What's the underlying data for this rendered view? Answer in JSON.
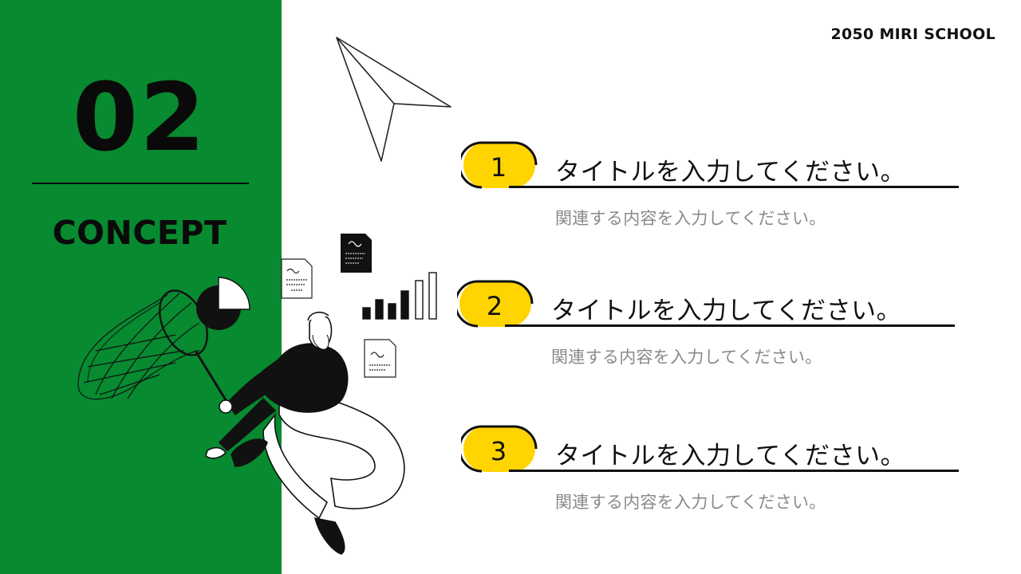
{
  "brand": "2050 MIRI SCHOOL",
  "section": {
    "number": "02",
    "label": "CONCEPT"
  },
  "items": [
    {
      "number": "1",
      "title": "タイトルを入力してください。",
      "description": "関連する内容を入力してください。"
    },
    {
      "number": "2",
      "title": "タイトルを入力してください。",
      "description": "関連する内容を入力してください。"
    },
    {
      "number": "3",
      "title": "タイトルを入力してください。",
      "description": "関連する内容を入力してください。"
    }
  ],
  "colors": {
    "panel_green": "#078A30",
    "pill_yellow": "#FFD400",
    "text_dark": "#111111",
    "text_muted": "#8A8A8A"
  }
}
